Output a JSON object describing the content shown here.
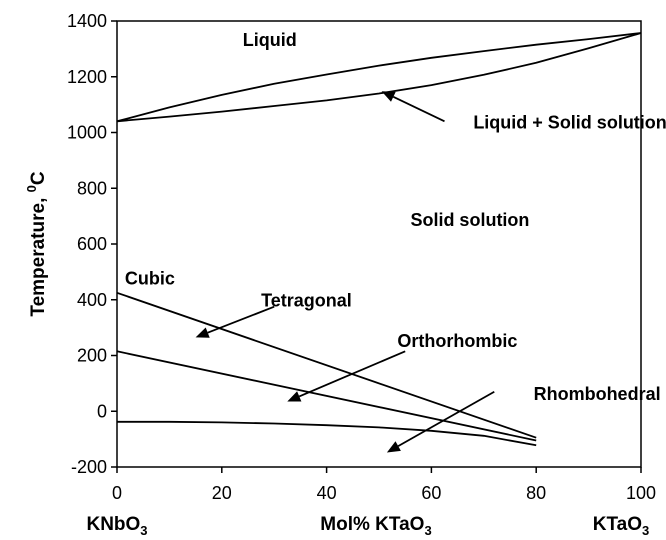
{
  "chart_data": {
    "type": "line",
    "xlabel": "Mol% KTaO3",
    "ylabel": "Temperature, 0C",
    "xlim": [
      0,
      100
    ],
    "ylim": [
      -200,
      1400
    ],
    "x_ticks": [
      0,
      20,
      40,
      60,
      80,
      100
    ],
    "y_ticks": [
      -200,
      0,
      200,
      400,
      600,
      800,
      1000,
      1200,
      1400
    ],
    "x_endpoint_labels": {
      "left": {
        "base": "KNbO",
        "sub": "3"
      },
      "right": {
        "base": "KTaO",
        "sub": "3"
      }
    },
    "series": [
      {
        "x": [
          0,
          10,
          20,
          30,
          40,
          50,
          60,
          70,
          80,
          90,
          100
        ],
        "y": [
          1040,
          1090,
          1135,
          1175,
          1208,
          1240,
          1268,
          1292,
          1315,
          1335,
          1357
        ]
      },
      {
        "x": [
          0,
          10,
          20,
          30,
          40,
          50,
          60,
          70,
          80,
          90,
          100
        ],
        "y": [
          1040,
          1057,
          1075,
          1095,
          1115,
          1140,
          1170,
          1207,
          1250,
          1302,
          1357
        ]
      },
      {
        "x": [
          0,
          80
        ],
        "y": [
          425,
          -95
        ]
      },
      {
        "x": [
          0,
          80
        ],
        "y": [
          215,
          -105
        ]
      },
      {
        "x": [
          0,
          10,
          20,
          30,
          40,
          50,
          60,
          70,
          80
        ],
        "y": [
          -38,
          -38,
          -40,
          -44,
          -50,
          -58,
          -70,
          -88,
          -122
        ]
      }
    ],
    "region_labels": [
      {
        "text": "Liquid",
        "x": 24,
        "y": 1310
      },
      {
        "text": "Liquid + Solid solution",
        "x": 68,
        "y": 1015
      },
      {
        "text": "Solid solution",
        "x": 56,
        "y": 665
      },
      {
        "text": "Cubic",
        "x": 1.5,
        "y": 455
      },
      {
        "text": "Tetragonal",
        "x": 27.5,
        "y": 375
      },
      {
        "text": "Orthorhombic",
        "x": 53.5,
        "y": 230
      },
      {
        "text": "Rhombohedral",
        "x": 79.5,
        "y": 40
      }
    ],
    "arrows": [
      {
        "from": [
          62.5,
          1040
        ],
        "to": [
          50.5,
          1148
        ]
      },
      {
        "from": [
          30,
          375
        ],
        "to": [
          15,
          265
        ]
      },
      {
        "from": [
          55,
          215
        ],
        "to": [
          32.5,
          35
        ]
      },
      {
        "from": [
          72,
          70
        ],
        "to": [
          51.5,
          -148
        ]
      }
    ]
  }
}
